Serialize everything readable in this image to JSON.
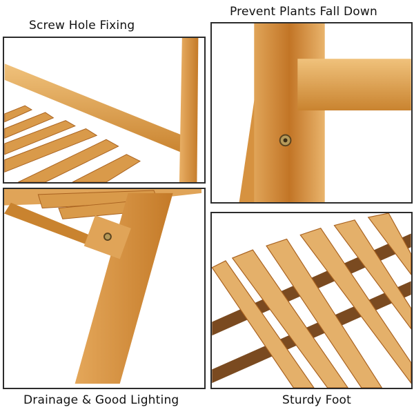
{
  "panels": [
    {
      "id": "top-left",
      "caption": "Screw Hole Fixing",
      "scene": "shelf-top-bar-with-slats"
    },
    {
      "id": "top-right",
      "caption": "Prevent Plants Fall Down",
      "scene": "vertical-post-with-screw"
    },
    {
      "id": "bottom-left",
      "caption": "Drainage & Good Lighting",
      "scene": "folding-leg-joint"
    },
    {
      "id": "bottom-right",
      "caption": "Sturdy Foot",
      "scene": "slatted-shelf-closeup"
    }
  ],
  "colors": {
    "wood_light": "#e8b46a",
    "wood_mid": "#d9953f",
    "wood_dark": "#a8611f",
    "border": "#2b2b2b",
    "screw": "#b59a5a"
  }
}
